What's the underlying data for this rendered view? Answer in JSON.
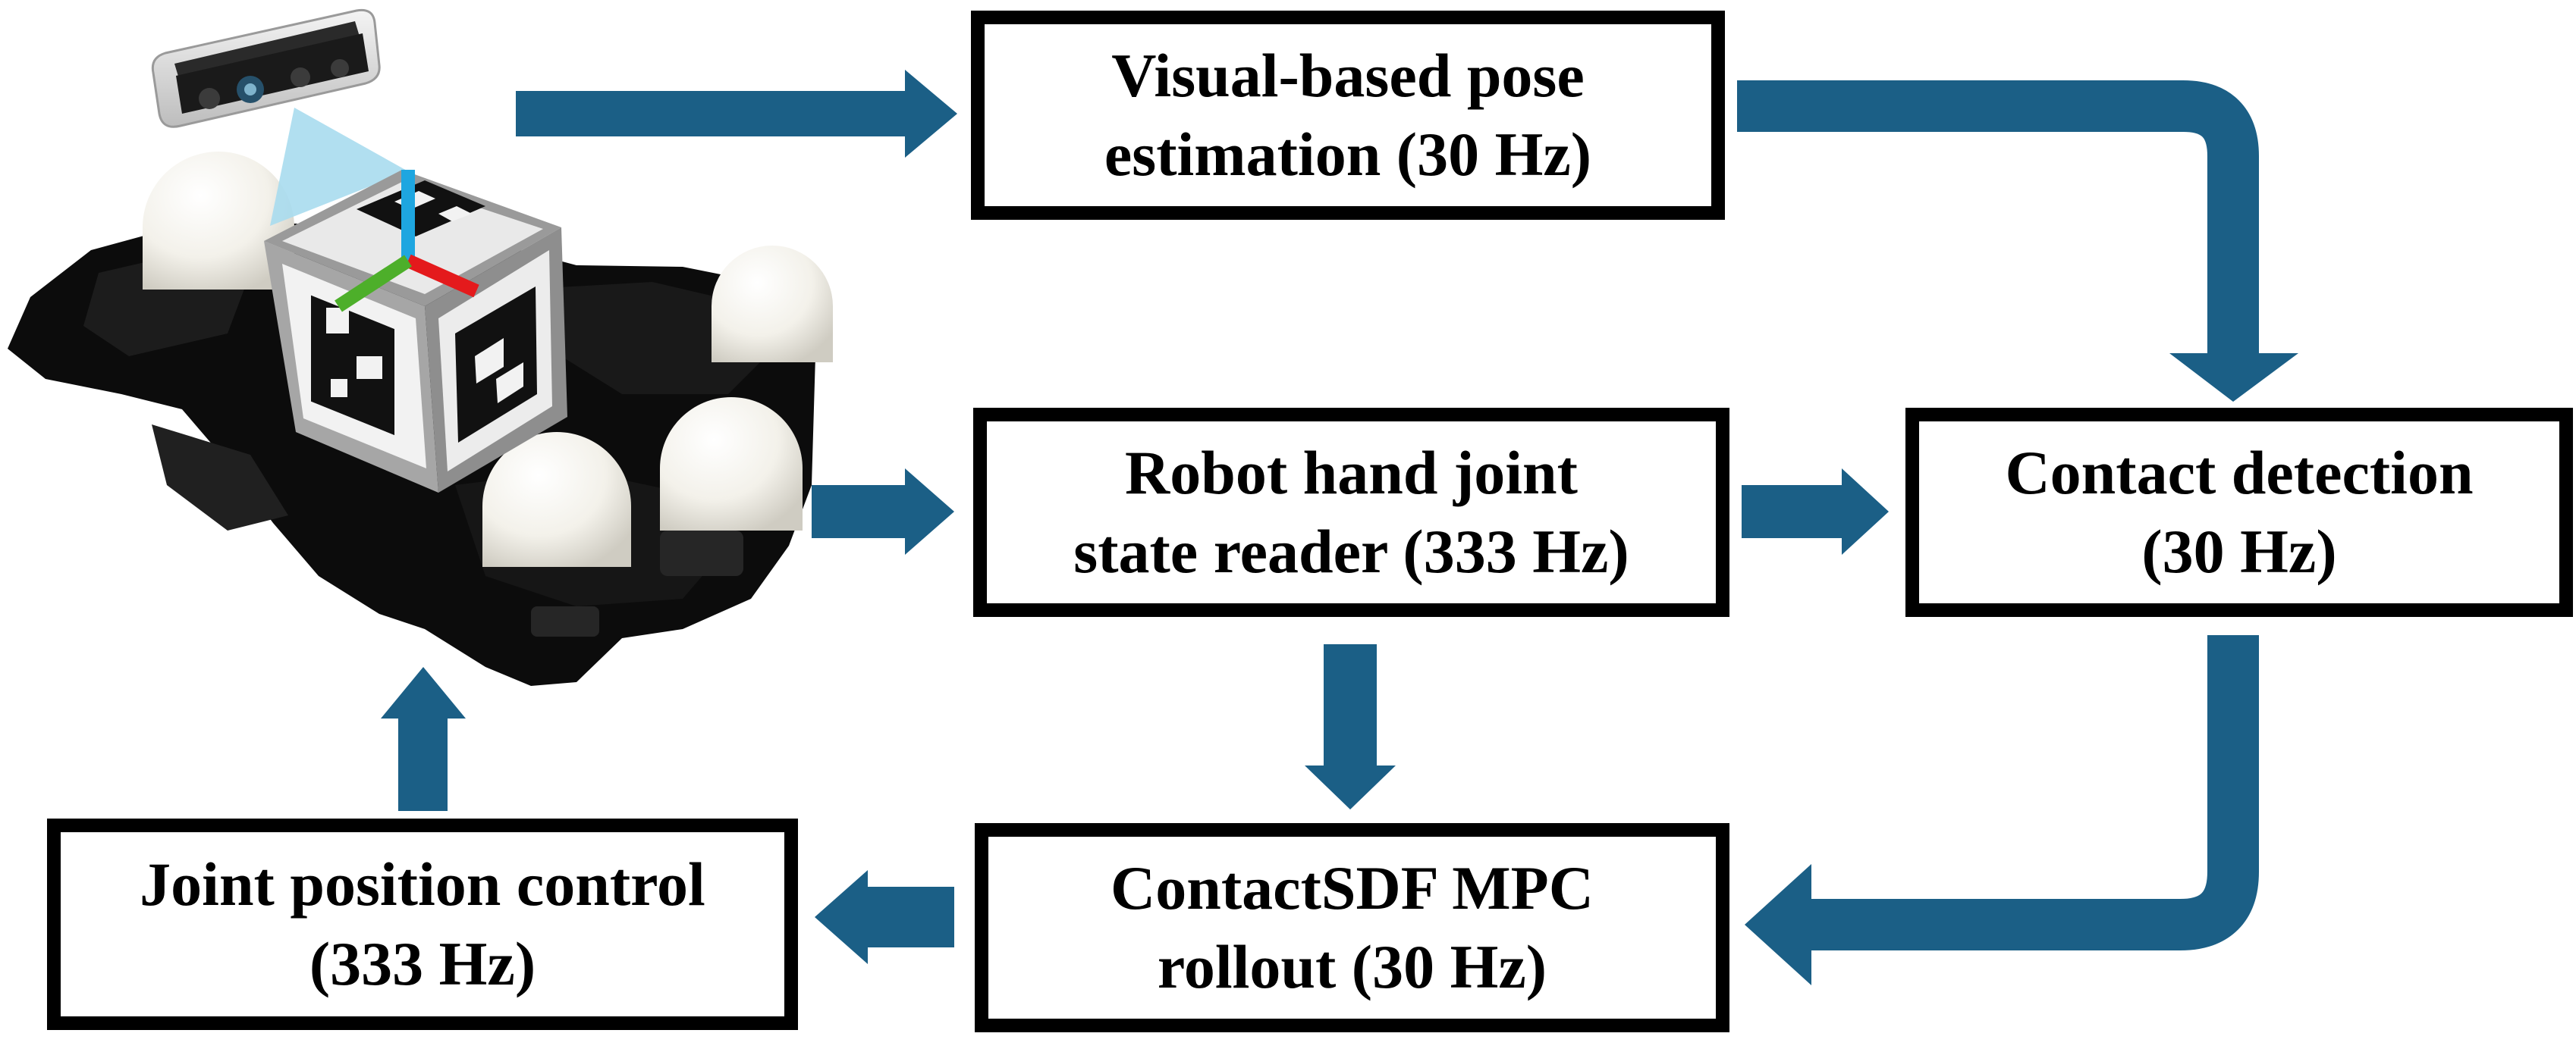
{
  "colors": {
    "arrow": "#1b5f86",
    "box_border": "#000000",
    "camera_fov": "#a9dcee",
    "axis_x": "#e41a1c",
    "axis_y": "#4daf2a",
    "axis_z": "#1ea6e0"
  },
  "illustration": {
    "icons": [
      "depth-camera-icon",
      "robot-hand-photo",
      "apriltag-cube-icon"
    ]
  },
  "boxes": {
    "vision": {
      "line1": "Visual-based pose",
      "line2": "estimation (30 Hz)"
    },
    "joint": {
      "line1": "Robot hand joint",
      "line2": "state reader (333 Hz)"
    },
    "contact": {
      "line1": "Contact detection",
      "line2": "(30 Hz)"
    },
    "mpc": {
      "line1": "ContactSDF MPC",
      "line2": "rollout (30 Hz)"
    },
    "control": {
      "line1": "Joint position control",
      "line2": "(333 Hz)"
    }
  },
  "edges": [
    {
      "from": "camera",
      "to": "vision"
    },
    {
      "from": "vision",
      "to": "contact"
    },
    {
      "from": "hand",
      "to": "joint"
    },
    {
      "from": "joint",
      "to": "contact"
    },
    {
      "from": "joint",
      "to": "mpc"
    },
    {
      "from": "contact",
      "to": "mpc"
    },
    {
      "from": "mpc",
      "to": "control"
    },
    {
      "from": "control",
      "to": "hand"
    }
  ]
}
